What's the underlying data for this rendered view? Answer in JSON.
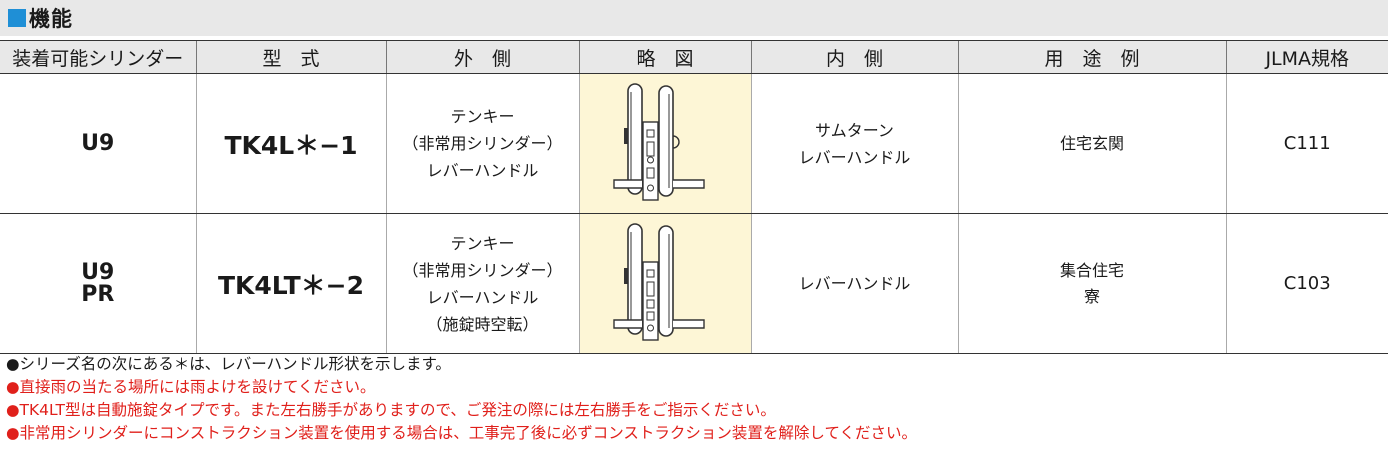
{
  "section": {
    "title": "機能",
    "accent_color": "#1f8fd6"
  },
  "table": {
    "headers": [
      "装着可能シリンダー",
      "型　式",
      "外　側",
      "略　図",
      "内　側",
      "用　途　例",
      "JLMA規格"
    ],
    "rows": [
      {
        "cylinder": [
          "U9"
        ],
        "model": "TK4L＊−1",
        "outside": [
          "テンキー",
          "（非常用シリンダー）",
          "レバーハンドル"
        ],
        "inside": [
          "サムターン",
          "レバーハンドル"
        ],
        "use": [
          "住宅玄関"
        ],
        "jlma": "C111"
      },
      {
        "cylinder": [
          "U9",
          "PR"
        ],
        "model": "TK4LT＊−2",
        "outside": [
          "テンキー",
          "（非常用シリンダー）",
          "レバーハンドル",
          "（施錠時空転）"
        ],
        "inside": [
          "レバーハンドル"
        ],
        "use": [
          "集合住宅",
          "寮"
        ],
        "jlma": "C103"
      }
    ],
    "diagram_background": "#fdf6d6"
  },
  "notes": [
    {
      "text": "●シリーズ名の次にある＊は、レバーハンドル形状を示します。",
      "color": "#1a1a1a"
    },
    {
      "text": "●直接雨の当たる場所には雨よけを設けてください。",
      "color": "#e0201b"
    },
    {
      "text": "●TK4LT型は自動施錠タイプです。また左右勝手がありますので、ご発注の際には左右勝手をご指示ください。",
      "color": "#e0201b"
    },
    {
      "text": "●非常用シリンダーにコンストラクション装置を使用する場合は、工事完了後に必ずコンストラクション装置を解除してください。",
      "color": "#e0201b"
    }
  ]
}
